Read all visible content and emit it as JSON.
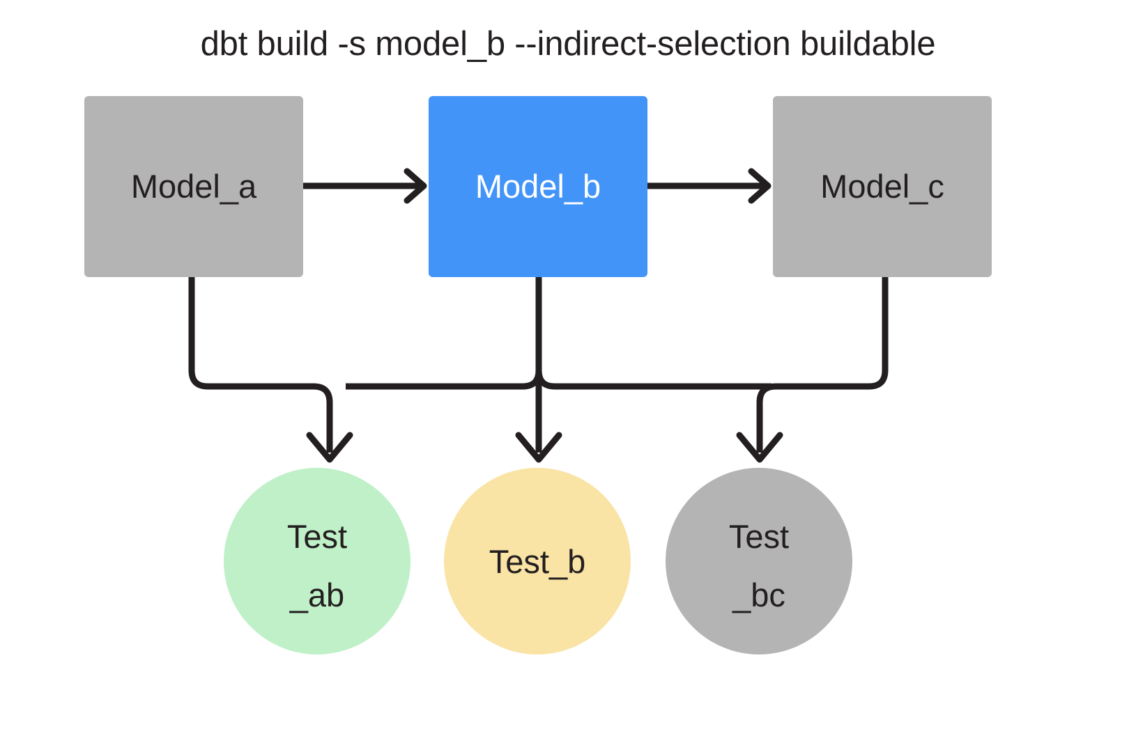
{
  "title": "dbt build -s model_b --indirect-selection buildable",
  "colors": {
    "background": "#ffffff",
    "text_dark": "#231f20",
    "text_light": "#ffffff",
    "gray_node": "#b4b4b4",
    "blue_node": "#4294f8",
    "green_node": "#bff0c8",
    "yellow_node": "#f9e3a5",
    "edge": "#231f20"
  },
  "models": [
    {
      "id": "model_a",
      "label": "Model_a",
      "shape": "rect",
      "fill": "#b4b4b4",
      "text_color": "#231f20",
      "selected": false
    },
    {
      "id": "model_b",
      "label": "Model_b",
      "shape": "rect",
      "fill": "#4294f8",
      "text_color": "#ffffff",
      "selected": true
    },
    {
      "id": "model_c",
      "label": "Model_c",
      "shape": "rect",
      "fill": "#b4b4b4",
      "text_color": "#231f20",
      "selected": false
    }
  ],
  "tests": [
    {
      "id": "test_ab",
      "label": "Test_ab",
      "line1": "Test",
      "line2": "_ab",
      "shape": "circle",
      "fill": "#bff0c8",
      "text_color": "#231f20"
    },
    {
      "id": "test_b",
      "label": "Test_b",
      "line1": "Test_b",
      "line2": "",
      "shape": "circle",
      "fill": "#f9e3a5",
      "text_color": "#231f20"
    },
    {
      "id": "test_bc",
      "label": "Test_bc",
      "line1": "Test",
      "line2": "_bc",
      "shape": "circle",
      "fill": "#b4b4b4",
      "text_color": "#231f20"
    }
  ],
  "edges": [
    {
      "id": "a-to-b",
      "from": "model_a",
      "to": "model_b",
      "style": "arrow-right"
    },
    {
      "id": "b-to-c",
      "from": "model_b",
      "to": "model_c",
      "style": "arrow-right"
    },
    {
      "id": "a-to-test_ab",
      "from": "model_a",
      "to": "test_ab",
      "style": "elbow-down"
    },
    {
      "id": "b-to-test_ab",
      "from": "model_b",
      "to": "test_ab",
      "style": "elbow-down"
    },
    {
      "id": "b-to-test_b",
      "from": "model_b",
      "to": "test_b",
      "style": "straight-down"
    },
    {
      "id": "b-to-test_bc",
      "from": "model_b",
      "to": "test_bc",
      "style": "elbow-down"
    },
    {
      "id": "c-to-test_bc",
      "from": "model_c",
      "to": "test_bc",
      "style": "elbow-down"
    }
  ]
}
